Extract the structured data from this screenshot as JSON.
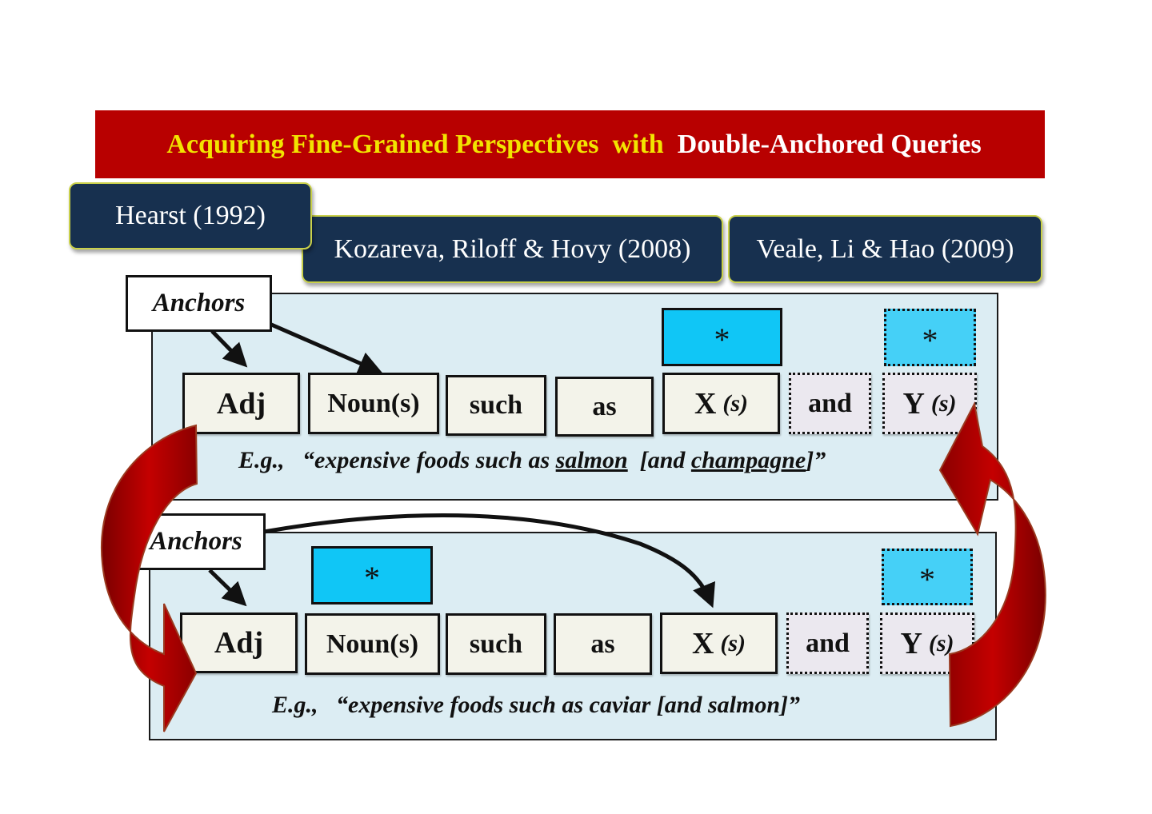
{
  "title": {
    "part1": "Acquiring Fine-Grained Perspectives  with",
    "part2": "Double-Anchored Queries"
  },
  "citations": {
    "hearst": "Hearst (1992)",
    "kozareva": "Kozareva, Riloff & Hovy (2008)",
    "veale": "Veale, Li & Hao (2009)"
  },
  "pattern_top": {
    "anchors_label": "Anchors",
    "tokens": {
      "adj": "Adj",
      "noun": "Noun(s)",
      "such": "such",
      "as": "as",
      "x": "X",
      "x_suffix": "(s)",
      "and": "and",
      "y": "Y",
      "y_suffix": "(s)"
    },
    "wildcard_x": "*",
    "wildcard_y": "*",
    "example": {
      "prefix": "E.g.,   “expensive foods such as ",
      "w1": "salmon",
      "mid": "  [and ",
      "w2": "champagne",
      "suffix": "]”"
    }
  },
  "pattern_bottom": {
    "anchors_label": "Anchors",
    "tokens": {
      "adj": "Adj",
      "noun": "Noun(s)",
      "such": "such",
      "as": "as",
      "x": "X",
      "x_suffix": "(s)",
      "and": "and",
      "y": "Y",
      "y_suffix": "(s)"
    },
    "wildcard_noun": "*",
    "wildcard_y": "*",
    "example": "E.g.,   “expensive foods such as caviar [and salmon]”"
  },
  "colors": {
    "banner": "#b80000",
    "banner_text_yellow": "#f2e400",
    "citation_bg": "#17304f",
    "panel_bg": "#dcedf3",
    "wildcard": "#10c6f6",
    "cycle_arrow": "#b00000"
  }
}
